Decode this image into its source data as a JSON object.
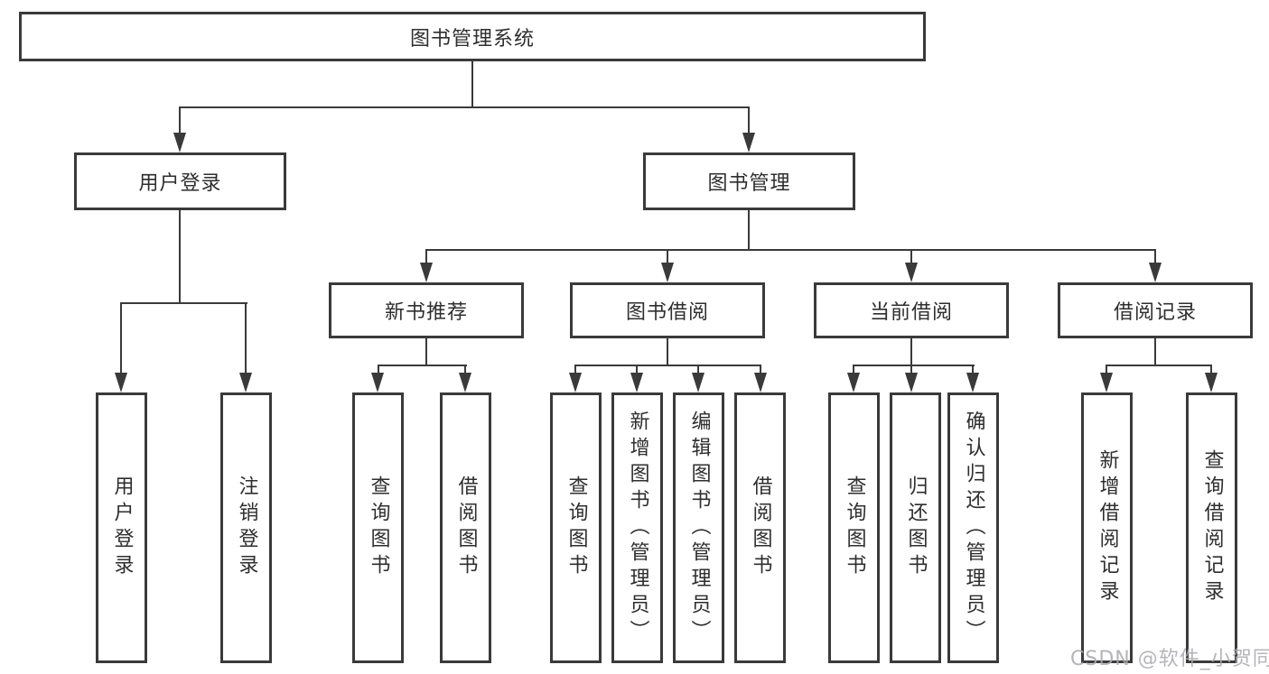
{
  "diagram": {
    "root": "图书管理系统",
    "level2": {
      "login": "用户登录",
      "manage": "图书管理"
    },
    "level3": [
      "新书推荐",
      "图书借阅",
      "当前借阅",
      "借阅记录"
    ],
    "leaves": {
      "login": [
        "用户登录",
        "注销登录"
      ],
      "recommend": [
        "查询图书",
        "借阅图书"
      ],
      "borrow": [
        "查询图书",
        "新增图书（管理员）",
        "编辑图书（管理员）",
        "借阅图书"
      ],
      "current": [
        "查询图书",
        "归还图书",
        "确认归还（管理员）"
      ],
      "record": [
        "新增借阅记录",
        "查询借阅记录"
      ]
    }
  },
  "watermark": "CSDN @软件_小贺同学",
  "colors": {
    "line": "#3a3a3a",
    "text": "#2e2e2e",
    "background": "#ffffff",
    "watermark": "#a8abb0"
  }
}
